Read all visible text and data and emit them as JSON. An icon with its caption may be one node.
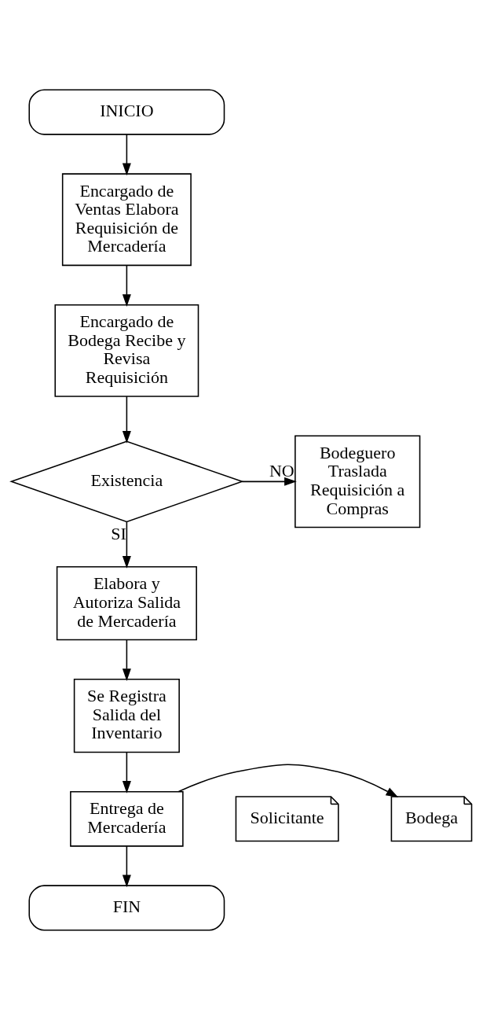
{
  "diagram": {
    "nodes": [
      {
        "text": [
          "INICIO"
        ]
      },
      {
        "text": [
          "Encargado de Ventas Elabora Requisición de Mercadería"
        ]
      },
      {
        "text": [
          "Encargado de Bodega Recibe y Revisa Requisición"
        ]
      },
      {
        "text": [
          "Existencia"
        ]
      },
      {
        "text": [
          "Bodeguero Traslada Requisición a Compras"
        ]
      },
      {
        "text": [
          "Elabora y Autoriza Salida de Mercadería"
        ]
      },
      {
        "text": [
          "Se Registra Salida del Inventario"
        ]
      },
      {
        "text": [
          "Entrega de Mercadería"
        ]
      },
      {
        "text": [
          "Solicitante"
        ]
      },
      {
        "text": [
          "Bodega"
        ]
      },
      {
        "text": [
          "FIN"
        ]
      }
    ],
    "edges": [
      {
        "from": 0,
        "to": 1,
        "arrow": "to"
      },
      {
        "from": 1,
        "to": 2,
        "arrow": "to"
      },
      {
        "from": 2,
        "to": 3,
        "arrow": "to"
      },
      {
        "from": 3,
        "to": 4,
        "arrow": "to",
        "label": "NO"
      },
      {
        "from": 3,
        "to": 5,
        "arrow": "to",
        "label": "SI"
      },
      {
        "from": 5,
        "to": 6,
        "arrow": "to"
      },
      {
        "from": 6,
        "to": 7,
        "arrow": "to"
      },
      {
        "from": 7,
        "to": 9,
        "arrow": "to"
      },
      {
        "from": 7,
        "to": 10,
        "arrow": "to"
      }
    ]
  }
}
